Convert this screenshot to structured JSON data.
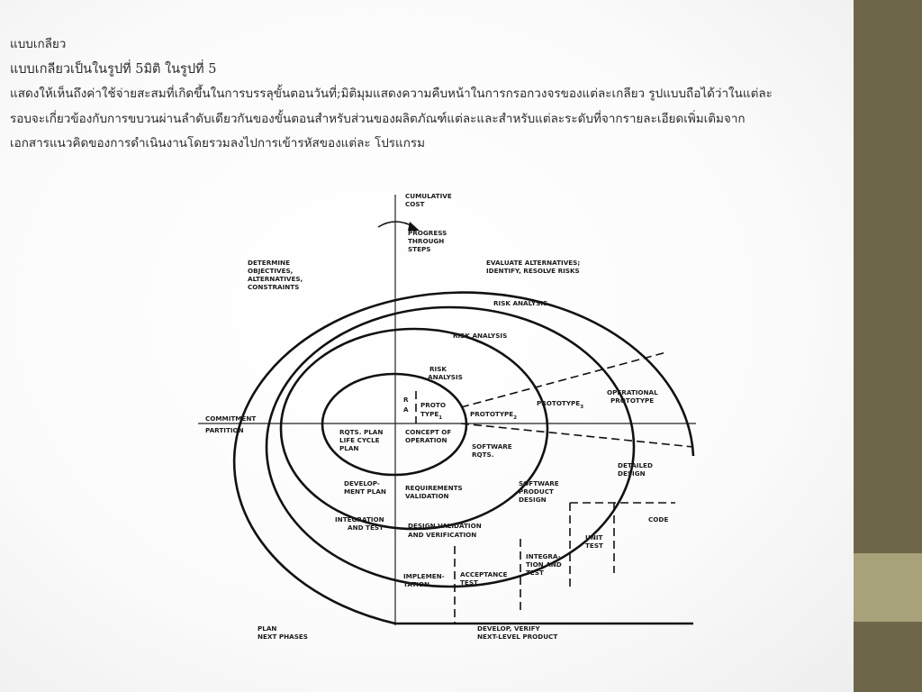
{
  "slide": {
    "title": "แบบเกลียว",
    "subtitle": "แบบเกลียวเป็นในรูปที่ 5มิติ ในรูปที่ 5",
    "paragraph": [
      "แสดงให้เห็นถึงค่าใช้จ่ายสะสมที่เกิดขึ้นในการบรรลุขั้นตอนวันที่;มิติมุมแสดงความคืบหน้าในการกรอกวงจรของแต่ละเกลียว รูปแบบถือได้ว่าในแต่ละ",
      "รอบจะเกี่ยวข้องกับการขบวนผ่านลำดับเดียวกันของขั้นตอนสำหรับส่วนของผลิตภัณฑ์แต่ละและสำหรับแต่ละระดับที่จากรายละเอียดเพิ่มเติมจาก",
      "เอกสารแนวคิดของการดำเนินงานโดยรวมลงไปการเข้ารหัสของแต่ละ โปรแกรม"
    ]
  },
  "diagram": {
    "cumulative_cost": [
      "CUMULATIVE",
      "COST"
    ],
    "progress": [
      "PROGRESS",
      "THROUGH",
      "STEPS"
    ],
    "determine": [
      "DETERMINE",
      "OBJECTIVES,",
      "ALTERNATIVES,",
      "CONSTRAINTS"
    ],
    "evaluate": [
      "EVALUATE ALTERNATIVES;",
      "IDENTIFY, RESOLVE RISKS"
    ],
    "risk_analysis_outer": "RISK ANALYSIS",
    "risk_analysis_mid": "RISK ANALYSIS",
    "risk_analysis_inner": [
      "RISK",
      "ANALYSIS"
    ],
    "ra": [
      "R",
      "A"
    ],
    "proto1": [
      "PROTO",
      "TYPE"
    ],
    "sub1": "1",
    "prototype2": "PROTOTYPE",
    "sub2": "2",
    "prototype3": "PROTOTYPE",
    "sub3": "3",
    "operational": [
      "OPERATIONAL",
      "PROTOTYPE"
    ],
    "commitment": "COMMITMENT",
    "partition": "PARTITION",
    "rqts_plan": [
      "RQTS. PLAN",
      "LIFE CYCLE",
      "PLAN"
    ],
    "concept": [
      "CONCEPT OF",
      "OPERATION"
    ],
    "software_rqts": [
      "SOFTWARE",
      "RQTS."
    ],
    "detailed_design": [
      "DETAILED",
      "DESIGN"
    ],
    "develop_plan": [
      "DEVELOP-",
      "MENT PLAN"
    ],
    "req_validation": [
      "REQUIREMENTS",
      "VALIDATION"
    ],
    "sw_product_design": [
      "SOFTWARE",
      "PRODUCT",
      "DESIGN"
    ],
    "integration_test": [
      "INTEGRATION",
      "AND TEST"
    ],
    "design_validation": [
      "DESIGN VALIDATION",
      "AND VERIFICATION"
    ],
    "code": "CODE",
    "unit_test": [
      "UNIT",
      "TEST"
    ],
    "integration_test2": [
      "INTEGRA-",
      "TION AND",
      "TEST"
    ],
    "acceptance": [
      "ACCEPTANCE",
      "TEST"
    ],
    "implementation": [
      "IMPLEMEN-",
      "TATION"
    ],
    "plan_next": [
      "PLAN",
      "NEXT PHASES"
    ],
    "develop_verify": [
      "DEVELOP, VERIFY",
      "NEXT-LEVEL PRODUCT"
    ]
  },
  "colors": {
    "side_bar": "#6e6649",
    "side_accent": "#a8a27a"
  }
}
